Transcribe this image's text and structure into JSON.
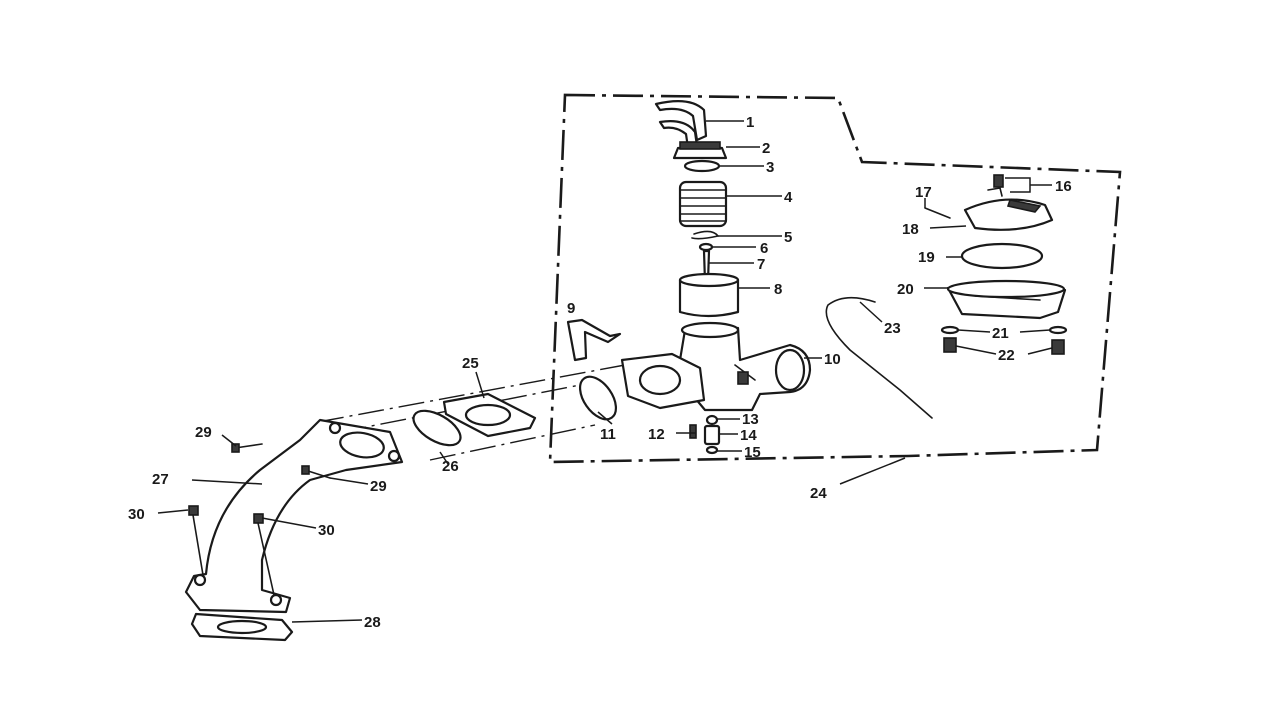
{
  "diagram": {
    "callouts": [
      "1",
      "2",
      "3",
      "4",
      "5",
      "6",
      "7",
      "8",
      "9",
      "10",
      "11",
      "12",
      "13",
      "14",
      "15",
      "16",
      "17",
      "18",
      "19",
      "20",
      "21",
      "21",
      "22",
      "23",
      "24",
      "25",
      "26",
      "27",
      "28",
      "29",
      "29",
      "30",
      "30"
    ]
  }
}
